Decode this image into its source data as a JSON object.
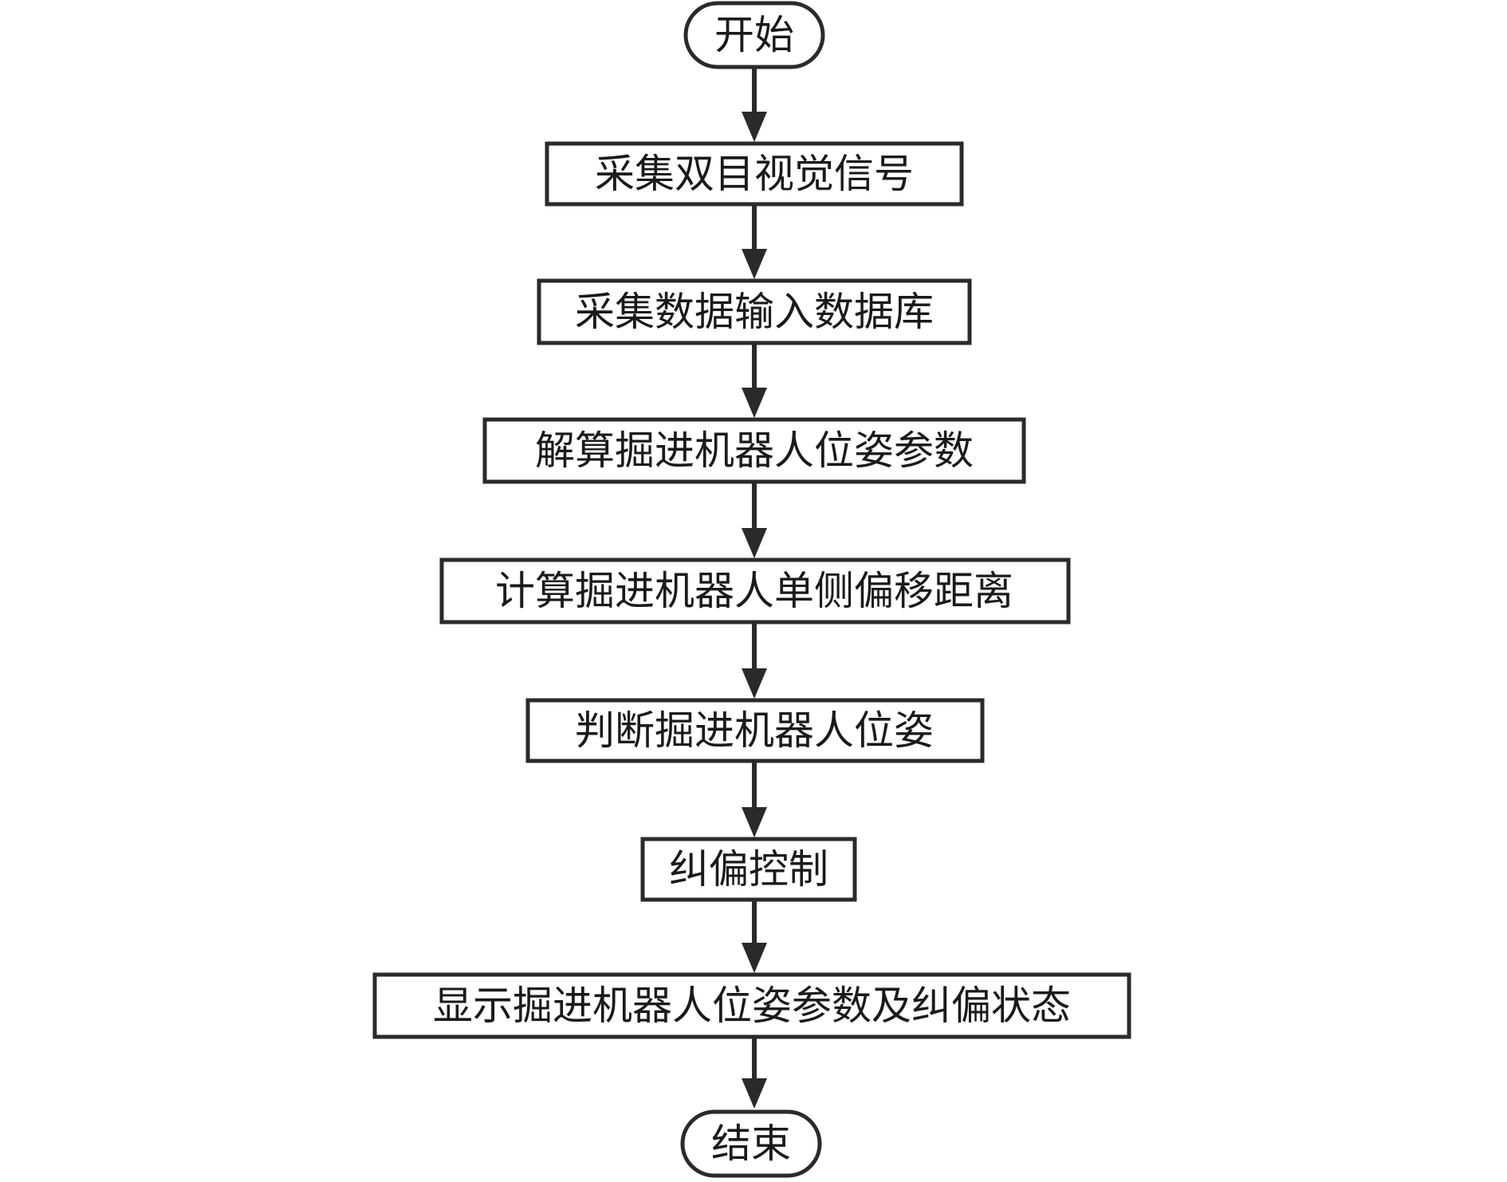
{
  "flowchart": {
    "nodes": [
      {
        "id": "start",
        "shape": "terminal",
        "label": "开始"
      },
      {
        "id": "step1",
        "shape": "process",
        "label": "采集双目视觉信号"
      },
      {
        "id": "step2",
        "shape": "process",
        "label": "采集数据输入数据库"
      },
      {
        "id": "step3",
        "shape": "process",
        "label": "解算掘进机器人位姿参数"
      },
      {
        "id": "step4",
        "shape": "process",
        "label": "计算掘进机器人单侧偏移距离"
      },
      {
        "id": "step5",
        "shape": "process",
        "label": "判断掘进机器人位姿"
      },
      {
        "id": "step6",
        "shape": "process",
        "label": "纠偏控制"
      },
      {
        "id": "step7",
        "shape": "process",
        "label": "显示掘进机器人位姿参数及纠偏状态"
      },
      {
        "id": "end",
        "shape": "terminal",
        "label": "结束"
      }
    ],
    "edges": [
      {
        "from": "start",
        "to": "step1"
      },
      {
        "from": "step1",
        "to": "step2"
      },
      {
        "from": "step2",
        "to": "step3"
      },
      {
        "from": "step3",
        "to": "step4"
      },
      {
        "from": "step4",
        "to": "step5"
      },
      {
        "from": "step5",
        "to": "step6"
      },
      {
        "from": "step6",
        "to": "step7"
      },
      {
        "from": "step7",
        "to": "end"
      }
    ],
    "colors": {
      "stroke": "#2a2a2a",
      "text": "#1a1a1a",
      "background": "#ffffff"
    }
  }
}
